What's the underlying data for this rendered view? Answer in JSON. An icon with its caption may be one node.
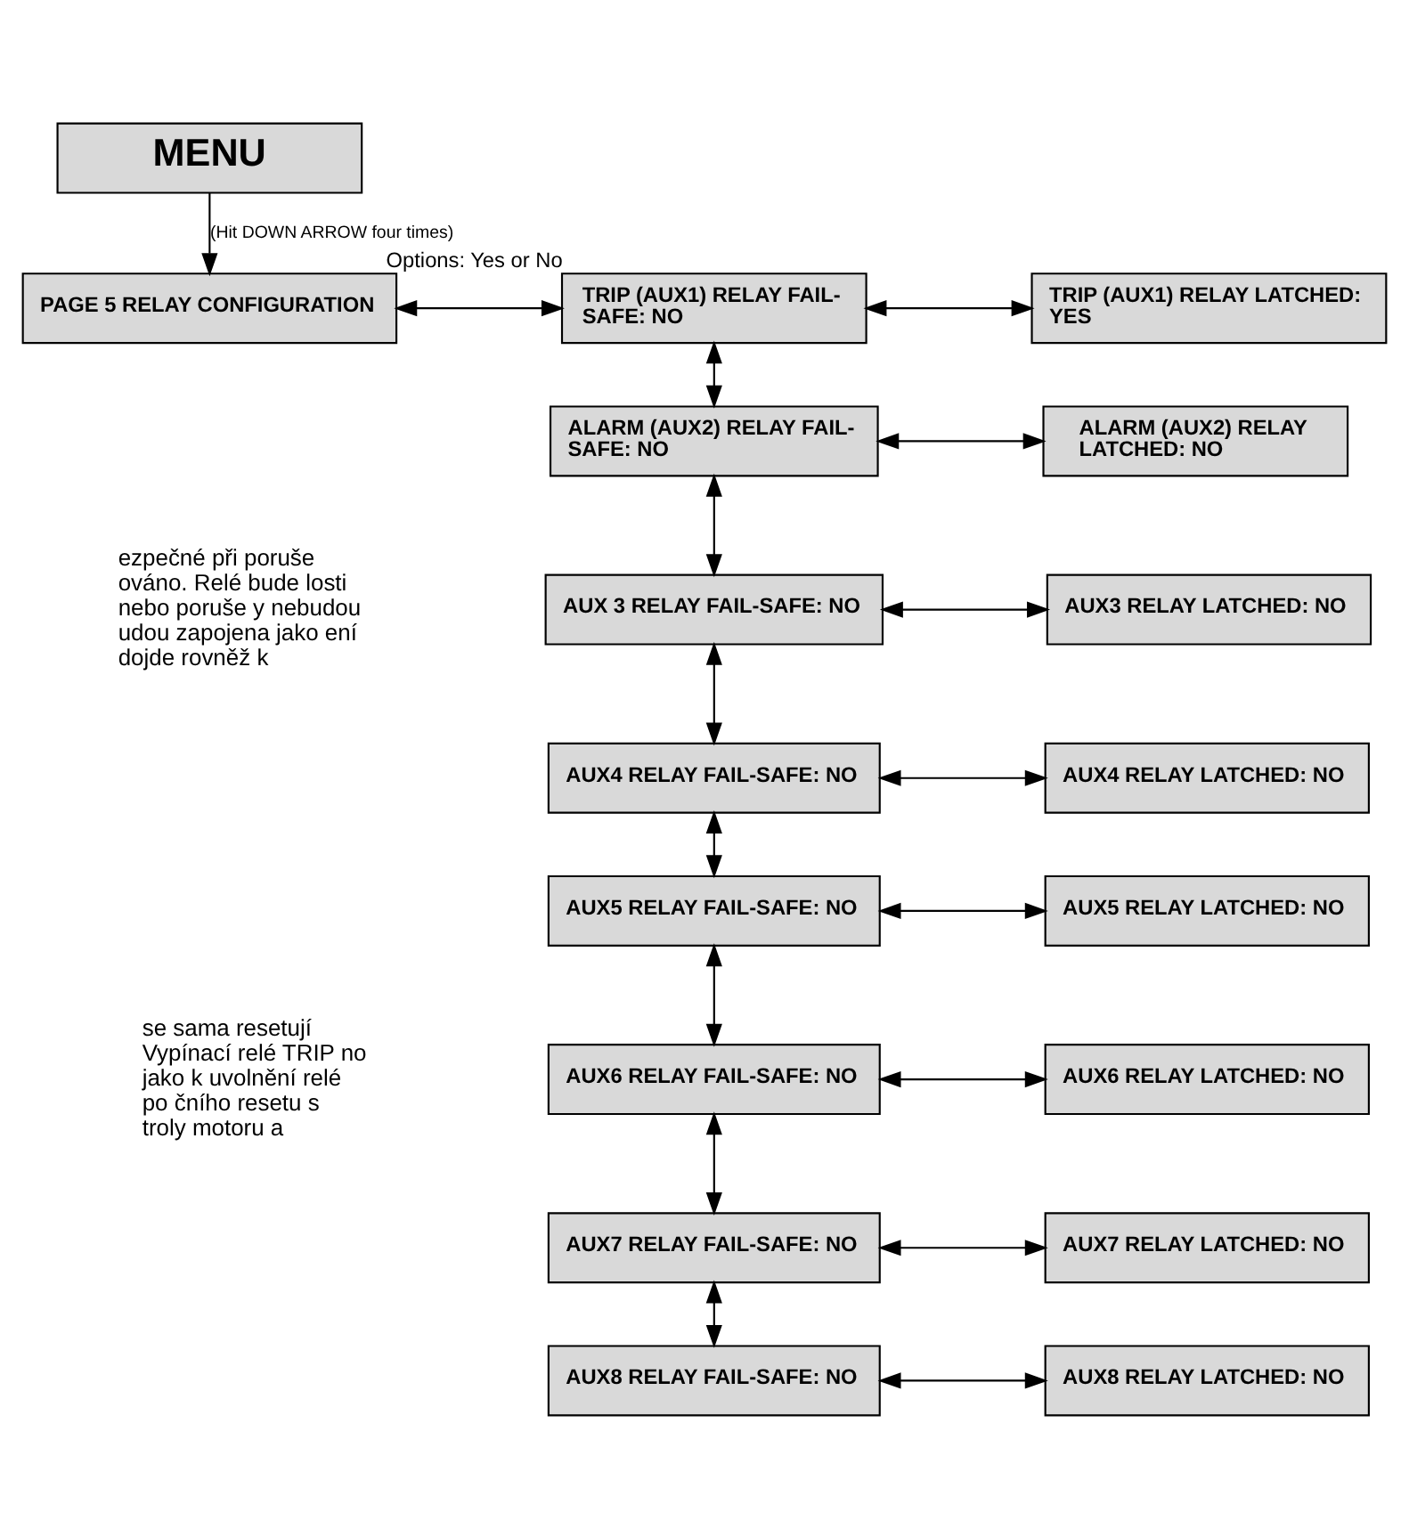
{
  "diagram": {
    "nodes": [
      {
        "text": [
          "MENU"
        ]
      },
      {
        "text": [
          "PAGE 5 RELAY CONFIGURATION"
        ]
      },
      {
        "text": [
          "TRIP (AUX1) RELAY FAIL-SAFE: NO"
        ],
        "beside": [
          "Options: Yes or No"
        ]
      },
      {
        "text": [
          "TRIP (AUX1) RELAY LATCHED: YES"
        ]
      },
      {
        "text": [
          "ALARM (AUX2) RELAY FAIL-SAFE: NO"
        ]
      },
      {
        "text": [
          "ALARM (AUX2) RELAY LATCHED: NO"
        ]
      },
      {
        "text": [
          "AUX 3 RELAY FAIL-SAFE: NO"
        ]
      },
      {
        "text": [
          "AUX3 RELAY LATCHED: NO"
        ]
      },
      {
        "text": [
          "AUX4 RELAY FAIL-SAFE: NO"
        ]
      },
      {
        "text": [
          "AUX4 RELAY LATCHED: NO"
        ]
      },
      {
        "text": [
          "AUX5 RELAY FAIL-SAFE: NO"
        ]
      },
      {
        "text": [
          "AUX5 RELAY LATCHED: NO"
        ]
      },
      {
        "text": [
          "AUX6 RELAY FAIL-SAFE: NO"
        ]
      },
      {
        "text": [
          "AUX6 RELAY LATCHED: NO"
        ]
      },
      {
        "text": [
          "AUX7 RELAY FAIL-SAFE: NO"
        ]
      },
      {
        "text": [
          "AUX7 RELAY LATCHED: NO"
        ]
      },
      {
        "text": [
          "AUX8 RELAY FAIL-SAFE: NO"
        ]
      },
      {
        "text": [
          "AUX8 RELAY LATCHED: NO"
        ]
      }
    ],
    "edges": [
      {
        "from": 0,
        "to": 1,
        "arrow": "to",
        "label": "(Hit DOWN ARROW four times)"
      },
      {
        "from": 1,
        "to": 2,
        "arrow": "both"
      },
      {
        "from": 2,
        "to": 3,
        "arrow": "both"
      },
      {
        "from": 2,
        "to": 4,
        "arrow": "both"
      },
      {
        "from": 4,
        "to": 5,
        "arrow": "both"
      },
      {
        "from": 4,
        "to": 6,
        "arrow": "both"
      },
      {
        "from": 6,
        "to": 7,
        "arrow": "both"
      },
      {
        "from": 6,
        "to": 8,
        "arrow": "both"
      },
      {
        "from": 8,
        "to": 9,
        "arrow": "both"
      },
      {
        "from": 8,
        "to": 10,
        "arrow": "both"
      },
      {
        "from": 10,
        "to": 11,
        "arrow": "both"
      },
      {
        "from": 10,
        "to": 12,
        "arrow": "both"
      },
      {
        "from": 12,
        "to": 13,
        "arrow": "both"
      },
      {
        "from": 12,
        "to": 14,
        "arrow": "both"
      },
      {
        "from": 14,
        "to": 15,
        "arrow": "both"
      },
      {
        "from": 14,
        "to": 16,
        "arrow": "both"
      },
      {
        "from": 16,
        "to": 17,
        "arrow": "both"
      }
    ],
    "labels": [
      "ezpečné při poruše ováno. Relé bude losti nebo poruše y nebudou udou zapojena jako ení dojde rovněž k",
      "se sama resetují Vypínací relé TRIP no jako k uvolnění relé po čního resetu s troly motoru a"
    ]
  }
}
